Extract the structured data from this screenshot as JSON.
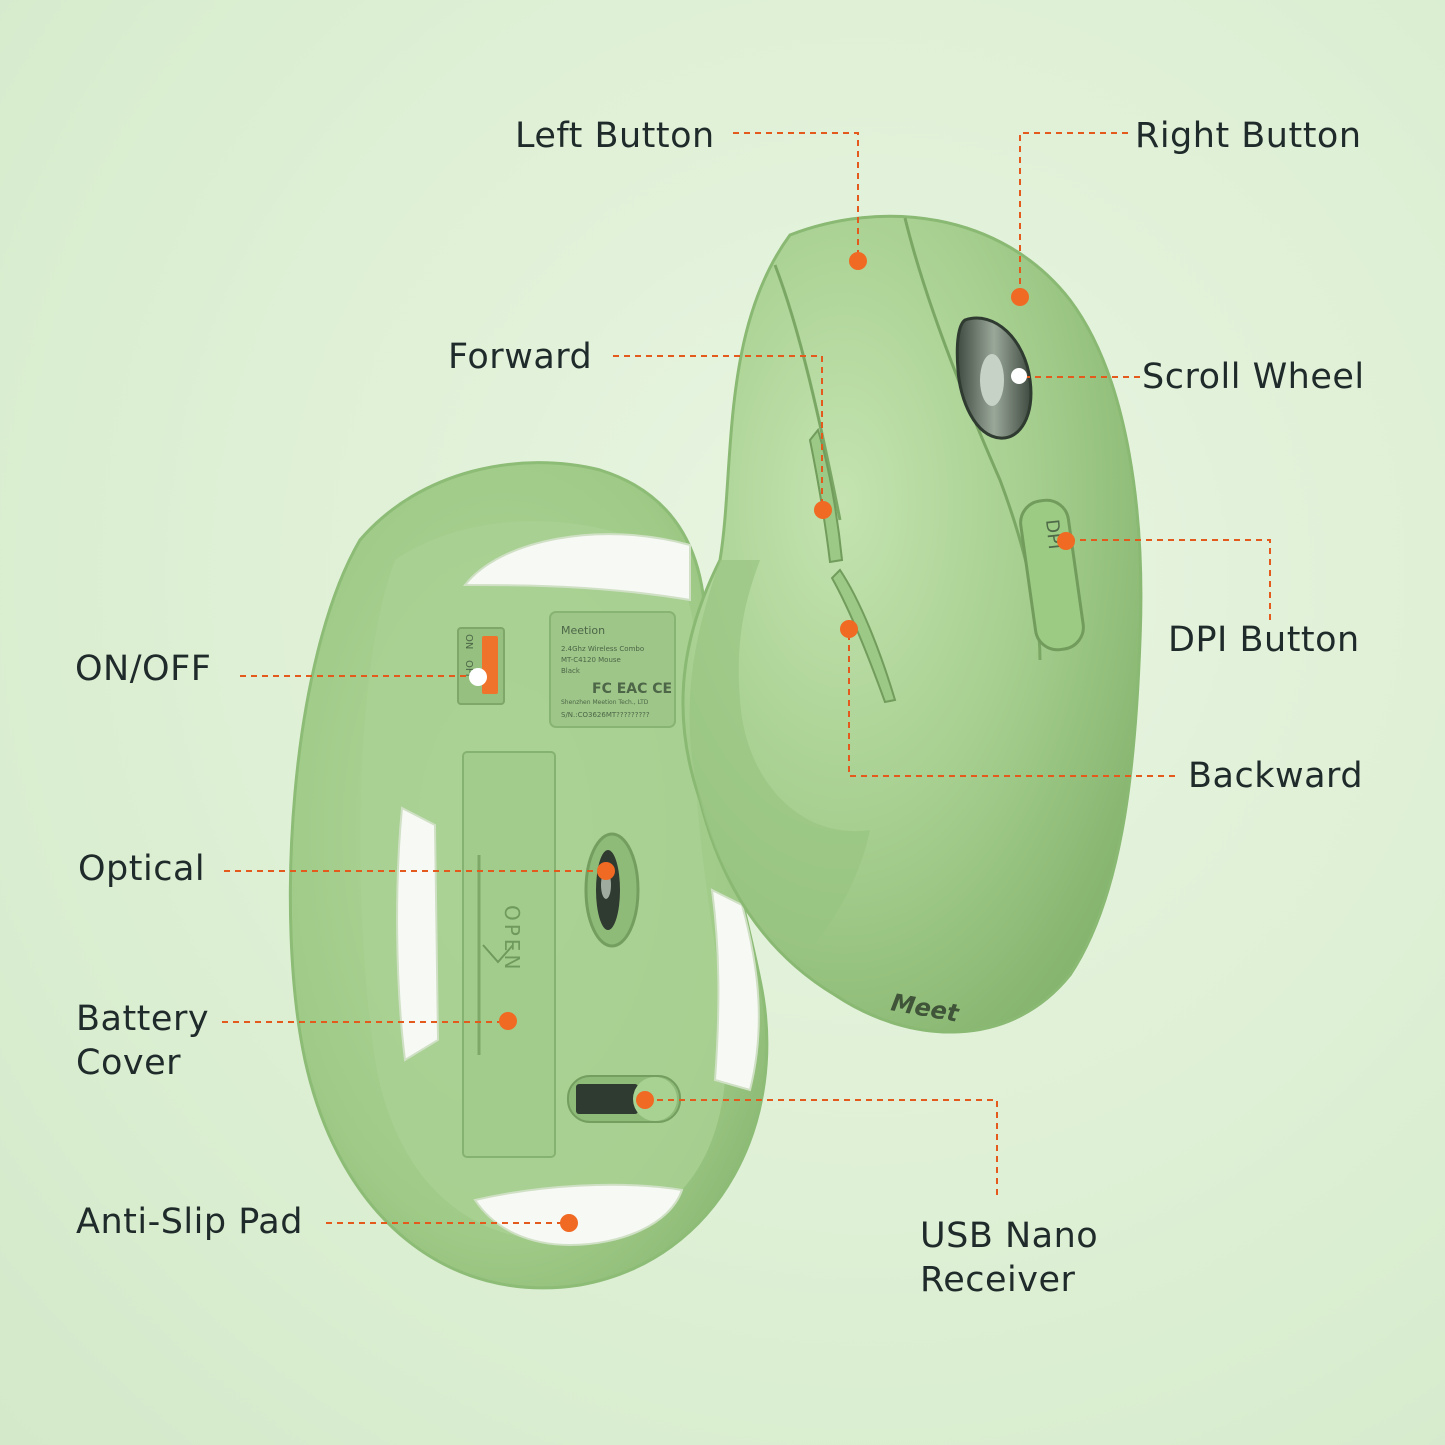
{
  "callouts": {
    "left_button": "Left Button",
    "right_button": "Right Button",
    "forward": "Forward",
    "scroll_wheel": "Scroll Wheel",
    "on_off": "ON/OFF",
    "dpi_button": "DPI Button",
    "backward": "Backward",
    "optical": "Optical",
    "battery_cover": "Battery Cover",
    "anti_slip_pad": "Anti-Slip Pad",
    "usb_nano_receiver": "USB Nano Receiver"
  },
  "product_label": {
    "brand": "Meetion",
    "line1": "2.4Ghz Wireless Combo",
    "line2": "MT-C4120 Mouse",
    "line3": "Black",
    "maker": "Shenzhen Meetion Tech., LTD",
    "serial": "S/N.:CO3626MT?????????",
    "marks": "FC EAC CE"
  },
  "switch_labels": {
    "on": "ON",
    "off": "OFF"
  },
  "battery_text": "OPEN",
  "top_brand": "Meet",
  "dpi_text": "DPI",
  "colors": {
    "background": "#e3f1dc",
    "mouse_green": "#a6cf8f",
    "mouse_dark": "#7fae68",
    "accent_orange": "#f06a23",
    "pad_white": "#f7f9f5"
  }
}
